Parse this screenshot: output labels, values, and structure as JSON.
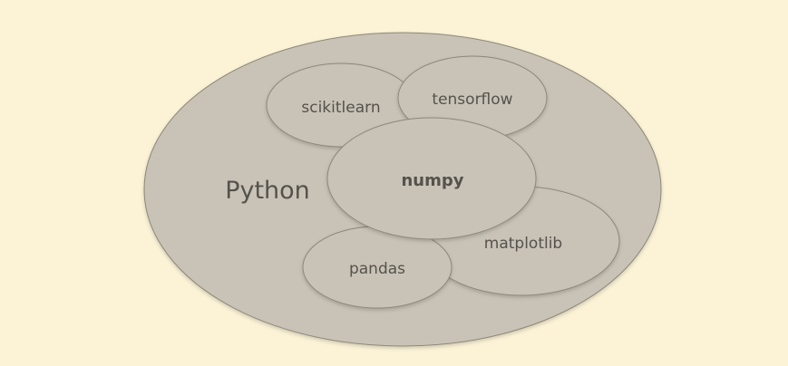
{
  "diagram": {
    "outer": {
      "label": "Python"
    },
    "libraries": [
      {
        "id": "scikitlearn",
        "label": "scikitlearn"
      },
      {
        "id": "tensorflow",
        "label": "tensorflow"
      },
      {
        "id": "matplotlib",
        "label": "matplotlib"
      },
      {
        "id": "pandas",
        "label": "pandas"
      },
      {
        "id": "numpy",
        "label": "numpy"
      }
    ]
  },
  "colors": {
    "background": "#fcf3d7",
    "bubble_fill": "#c9c3b7",
    "bubble_stroke": "#8d8878",
    "text": "#55524d"
  }
}
